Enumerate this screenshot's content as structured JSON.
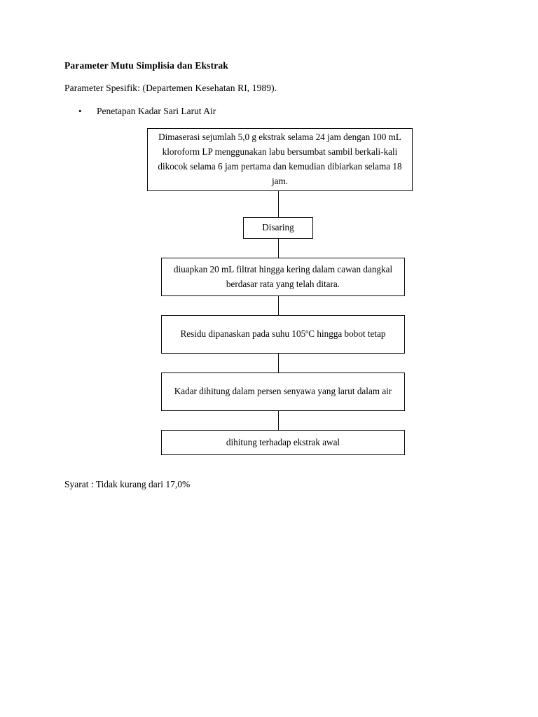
{
  "document": {
    "heading": "Parameter Mutu Simplisia dan Ekstrak",
    "subheading": "Parameter Spesifik: (Departemen Kesehatan RI, 1989).",
    "bullet_marker": "•",
    "bullet_item": "Penetapan Kadar Sari Larut Air",
    "requirement": "Syarat : Tidak kurang dari 17,0%"
  },
  "flowchart": {
    "type": "vertical-process-flow",
    "border_color": "#0a0a0a",
    "fill_color": "#ffffff",
    "steps": [
      {
        "id": "step-1",
        "text": "Dimaserasi sejumlah 5,0 g ekstrak selama 24 jam dengan 100 mL kloroform LP menggunakan labu bersumbat sambil berkali-kali dikocok selama 6 jam pertama dan kemudian dibiarkan selama 18 jam."
      },
      {
        "id": "step-2",
        "text": "Disaring"
      },
      {
        "id": "step-3",
        "text": "diuapkan 20 mL filtrat hingga kering dalam cawan dangkal berdasar rata yang telah ditara."
      },
      {
        "id": "step-4",
        "text": "Residu dipanaskan pada suhu 105ºC hingga bobot tetap"
      },
      {
        "id": "step-5",
        "text": "Kadar dihitung dalam persen senyawa yang larut dalam air"
      },
      {
        "id": "step-6",
        "text": "dihitung terhadap ekstrak awal"
      }
    ]
  }
}
